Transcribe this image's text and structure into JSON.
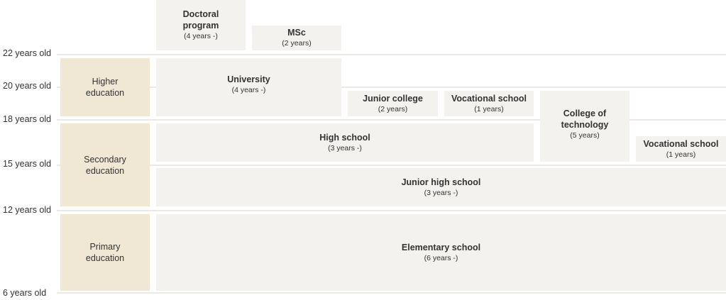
{
  "ages": [
    "22 years old",
    "20 years old",
    "18 years old",
    "15 years old",
    "12 years old",
    "6 years old"
  ],
  "categories": [
    "Higher education",
    "Secondary education",
    "Primary education"
  ],
  "schools": {
    "doctoral": {
      "name": "Doctoral program",
      "duration": "(4 years -)"
    },
    "msc": {
      "name": "MSc",
      "duration": "(2 years)"
    },
    "university": {
      "name": "University",
      "duration": "(4 years -)"
    },
    "junior_college": {
      "name": "Junior college",
      "duration": "(2 years)"
    },
    "vocational_1": {
      "name": "Vocational school",
      "duration": "(1 years)"
    },
    "college_tech": {
      "name": "College of technology",
      "duration": "(5 years)"
    },
    "high_school": {
      "name": "High school",
      "duration": "(3 years -)"
    },
    "vocational_2": {
      "name": "Vocational school",
      "duration": "(1 years)"
    },
    "junior_high": {
      "name": "Junior high school",
      "duration": "(3 years -)"
    },
    "elementary": {
      "name": "Elementary school",
      "duration": "(6 years -)"
    }
  }
}
